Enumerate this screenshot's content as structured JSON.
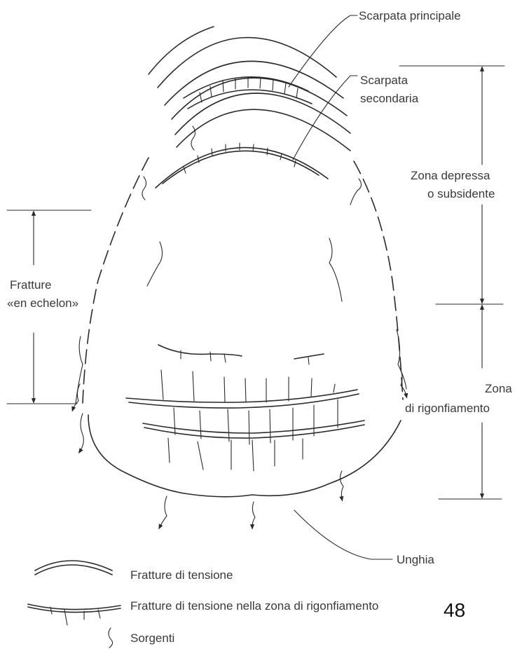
{
  "labels": {
    "main_scarp": "Scarpata principale",
    "secondary_scarp_1": "Scarpata",
    "secondary_scarp_2": "secondaria",
    "depressed_zone_1": "Zona depressa",
    "depressed_zone_2": "o subsidente",
    "en_echelon_1": "Fratture",
    "en_echelon_2": "«en echelon»",
    "bulge_zone_1": "Zona",
    "bulge_zone_2": "di rigonfiamento",
    "toe": "Unghia"
  },
  "legend": {
    "tension_cracks": "Fratture di tensione",
    "bulge_cracks": "Fratture di tensione nella zona di rigonfiamento",
    "springs": "Sorgenti"
  },
  "page_number": "48",
  "colors": {
    "ink": "#2a2a2a",
    "text": "#3a3a3a",
    "background": "#ffffff"
  }
}
